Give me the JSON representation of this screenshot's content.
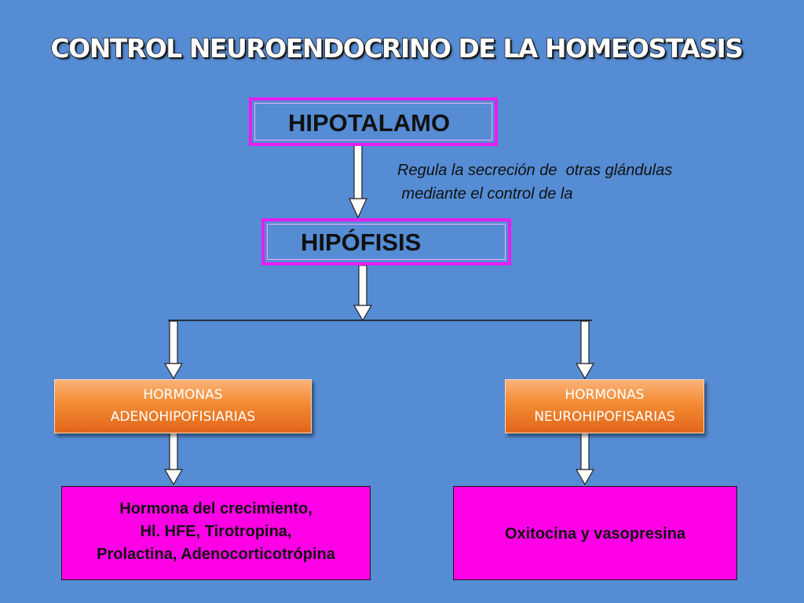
{
  "title": "CONTROL NEUROENDOCRINO DE LA  HOMEOSTASIS",
  "nodes": {
    "hipotalamo": "HIPOTALAMO",
    "hipofisis": "HIPÓFISIS",
    "adeno_line1": "HORMONAS",
    "adeno_line2": "ADENOHIPOFISIARIAS",
    "neuro_line1": "HORMONAS",
    "neuro_line2": "NEUROHIPOFISARIAS",
    "adeno_list_line1": "Hormona del crecimiento,",
    "adeno_list_line2": "Hl. HFE,  Tirotropina,",
    "adeno_list_line3": "Prolactina, Adenocorticotrópina",
    "neuro_list": "Oxitocina  y vasopresina"
  },
  "annotation": {
    "line1": "Regula la secreción de  otras glándulas",
    "line2": " mediante el control de la"
  },
  "colors": {
    "background": "#558cd4",
    "box_border": "#e61ef0",
    "orange": "#f38b33",
    "magenta": "#ff00e6"
  }
}
